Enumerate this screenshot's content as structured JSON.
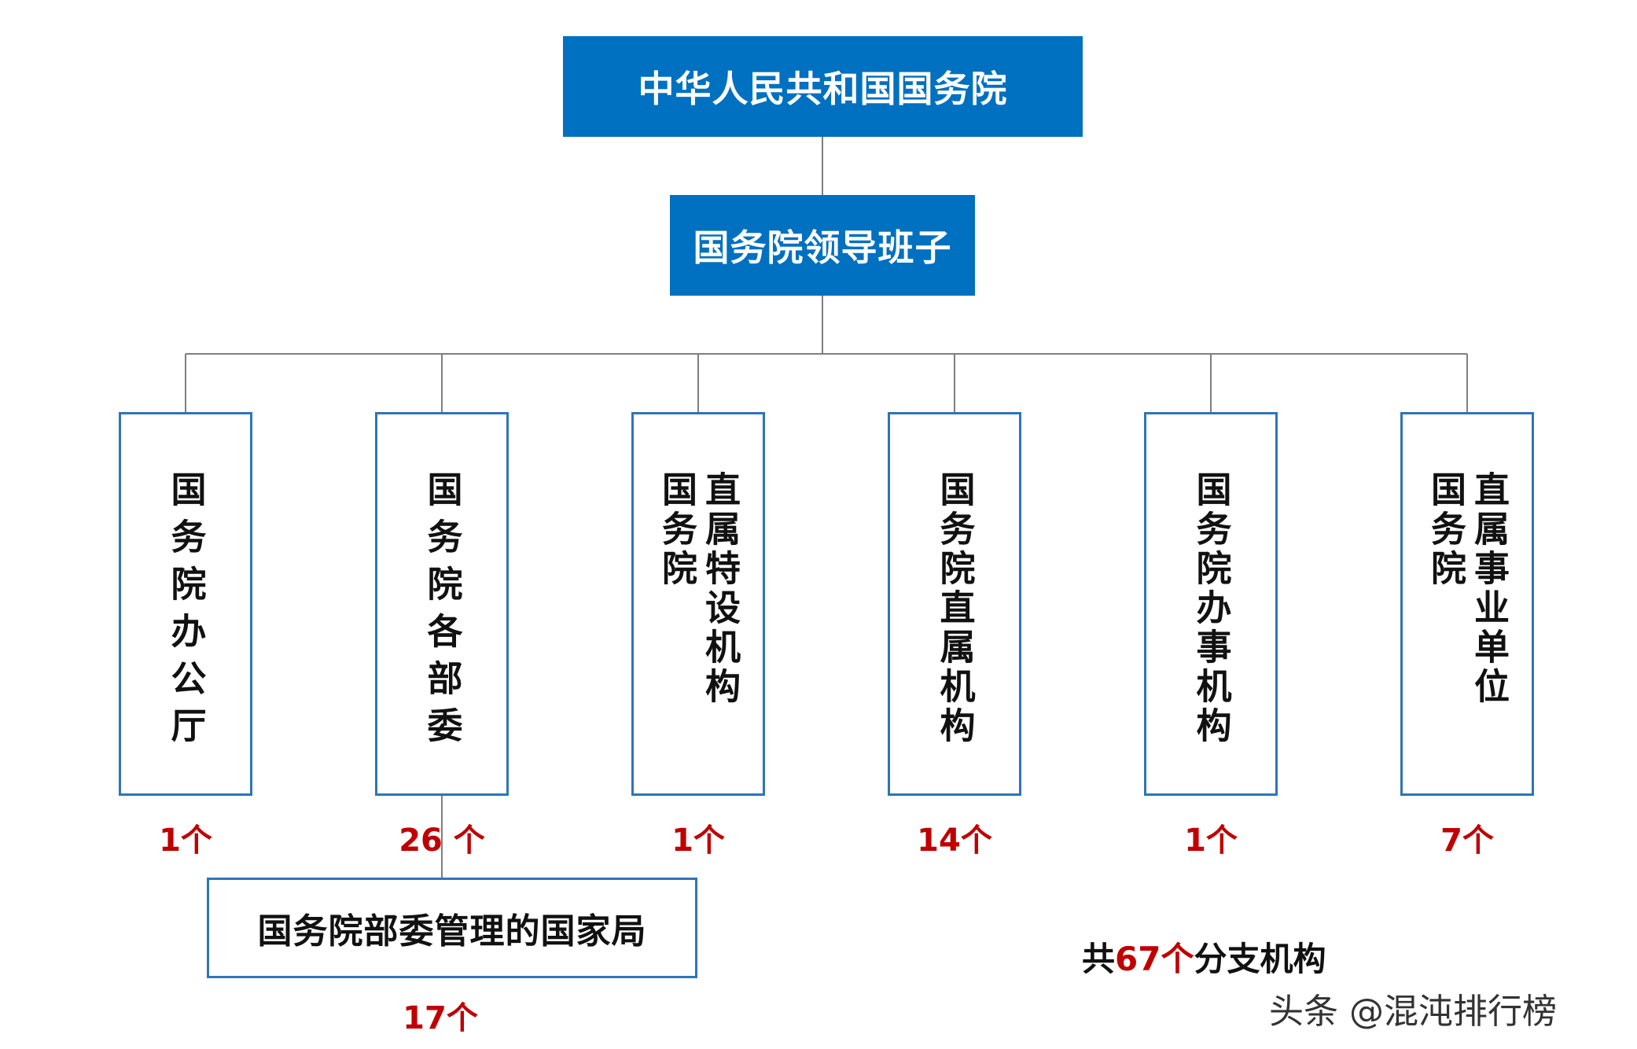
{
  "root": {
    "label": "中华人民共和国国务院"
  },
  "leadership": {
    "label": "国务院领导班子"
  },
  "colors": {
    "primary_fill": "#0070c0",
    "branch_border": "#2e75b6",
    "count_red": "#c00000",
    "line": "#7f7f7f"
  },
  "branches": [
    {
      "id": "office",
      "columns": [
        "国务院办公厅"
      ],
      "count": "1个"
    },
    {
      "id": "ministries",
      "columns": [
        "国务院各部委"
      ],
      "count": "26 个"
    },
    {
      "id": "special",
      "columns": [
        "直属特设机构",
        "国务院"
      ],
      "count": "1个"
    },
    {
      "id": "direct",
      "columns": [
        "国务院直属机构"
      ],
      "count": "14个"
    },
    {
      "id": "admin-office",
      "columns": [
        "国务院办事机构"
      ],
      "count": "1个"
    },
    {
      "id": "institutions",
      "columns": [
        "直属事业单位",
        "国务院"
      ],
      "count": "7个"
    }
  ],
  "sub_box": {
    "label": "国务院部委管理的国家局",
    "count": "17个"
  },
  "total": {
    "prefix": "共",
    "number": "67个",
    "suffix": "分支机构"
  },
  "watermark": {
    "text": "头条 @混沌排行榜"
  }
}
